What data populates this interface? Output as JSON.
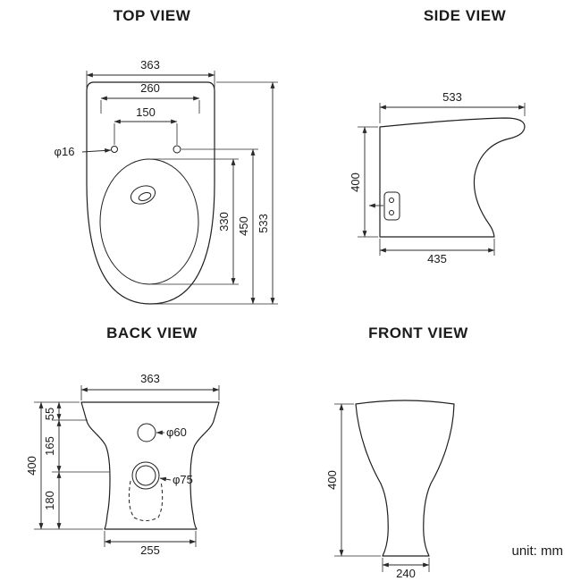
{
  "views": {
    "top": {
      "title": "TOP VIEW",
      "dims": {
        "overall_width": "363",
        "inner_width": "260",
        "hinge_spacing": "150",
        "hole_dia": "φ16",
        "overall_length": "533",
        "seat_length": "450",
        "bowl_length": "330"
      }
    },
    "side": {
      "title": "SIDE VIEW",
      "dims": {
        "overall_length": "533",
        "height": "400",
        "base_length": "435"
      }
    },
    "back": {
      "title": "BACK VIEW",
      "dims": {
        "overall_width": "363",
        "seg_top": "55",
        "seg_mid": "165",
        "seg_bottom": "180",
        "height": "400",
        "inlet_dia": "φ60",
        "outlet_dia": "φ75",
        "base_width": "255"
      }
    },
    "front": {
      "title": "FRONT VIEW",
      "dims": {
        "height": "400",
        "base_width": "240"
      }
    }
  },
  "unit_label": "unit: mm"
}
